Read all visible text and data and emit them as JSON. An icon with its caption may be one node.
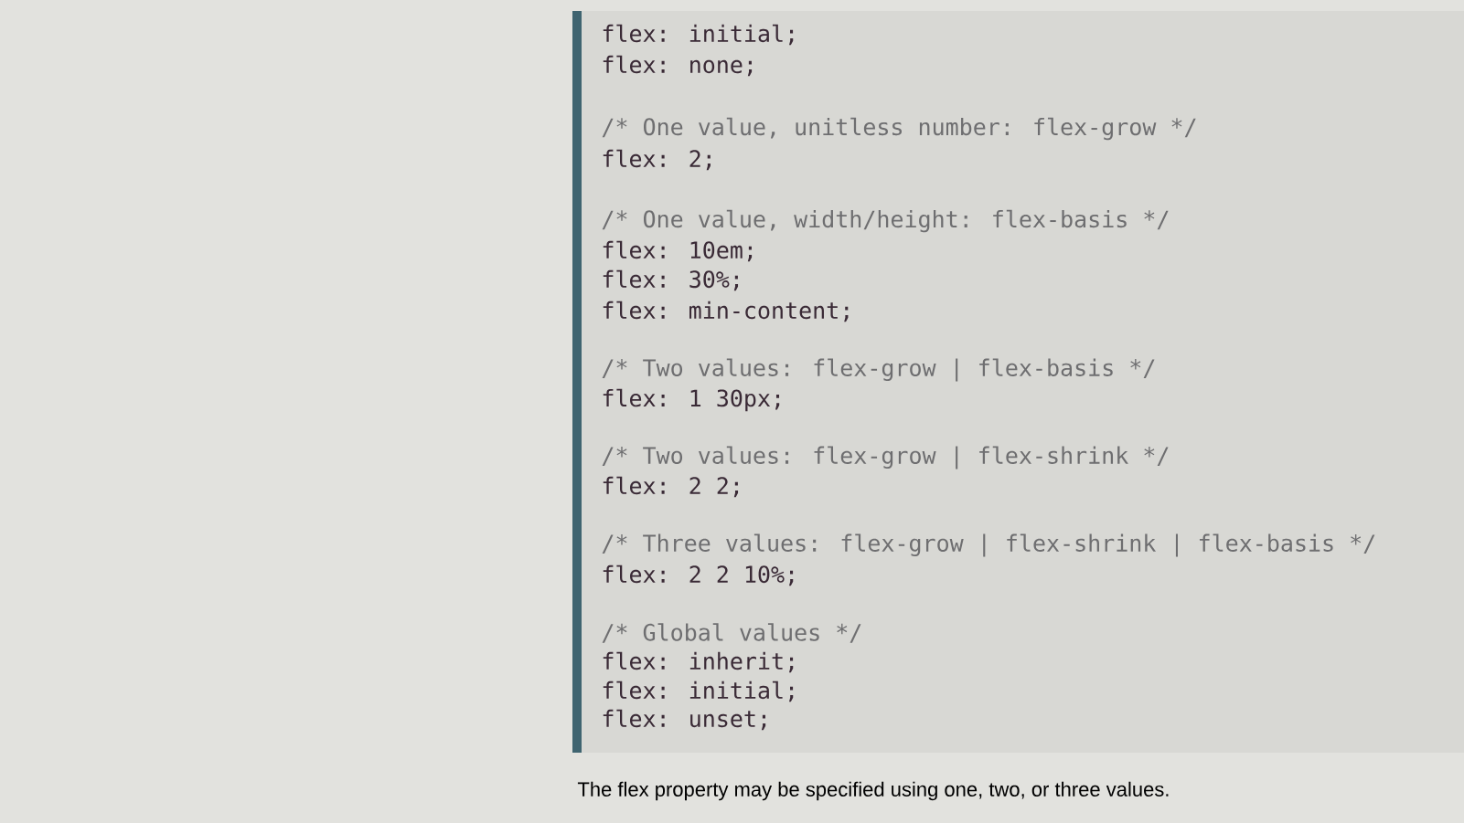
{
  "diagram": {
    "caption": "The flex property may be specified using one, two, or three values.",
    "labels": [
      "flex: initial;",
      "flex: none;",
      "/* One value, unitless number: flex-grow */",
      "flex: 2;",
      "/* One value, width/height: flex-basis */",
      "flex: 10em;",
      "flex: 30%;",
      "flex: min-content;",
      "/* Two values: flex-grow | flex-basis */",
      "flex: 1 30px;",
      "/* Two values: flex-grow | flex-shrink */",
      "flex: 2 2;",
      "/* Three values: flex-grow | flex-shrink | flex-basis */",
      "flex: 2 2 10%;",
      "/* Global values */",
      "flex: inherit;",
      "flex: initial;",
      "flex: unset;"
    ]
  }
}
